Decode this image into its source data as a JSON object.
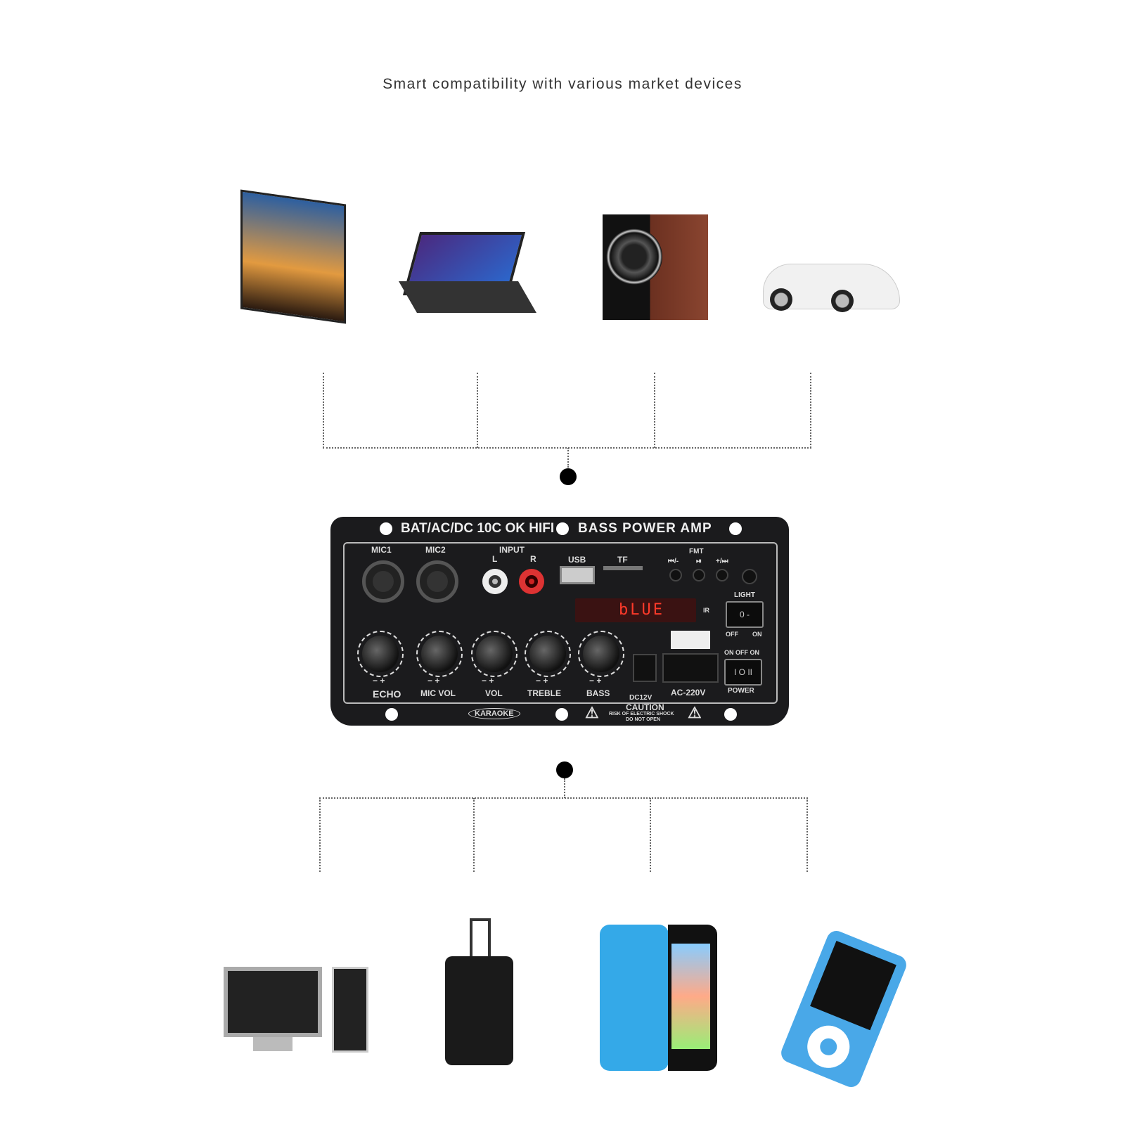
{
  "title": "Smart compatibility with various market devices",
  "devices_top": [
    "tv-icon",
    "laptop-icon",
    "speaker-icon",
    "car-icon"
  ],
  "devices_bottom": [
    "desktop-computer-icon",
    "pa-speaker-icon",
    "smartphone-icon",
    "mp3-player-icon"
  ],
  "amp": {
    "header": "BAT/AC/DC 10C OK  HIFI",
    "header2": "BASS  POWER  AMP",
    "mic1": "MIC1",
    "mic2": "MIC2",
    "input": "INPUT",
    "l": "L",
    "r": "R",
    "usb": "USB",
    "tf": "TF",
    "fmt": "FMT",
    "prev": "⏮/-",
    "play": "⏯",
    "next": "+/⏭",
    "display": "bLUE",
    "ir": "IR",
    "light": "LIGHT",
    "off": "OFF",
    "on": "ON",
    "onoffon": "ON OFF ON",
    "light_switch": "0 -",
    "power_switch": "I O II",
    "knobs": [
      {
        "label": "ECHO"
      },
      {
        "label": "MIC VOL"
      },
      {
        "label": "VOL"
      },
      {
        "label": "TREBLE"
      },
      {
        "label": "BASS"
      }
    ],
    "minus_plus": "−  +",
    "dc": "DC12V",
    "ac": "AC-220V",
    "power": "POWER",
    "karaoke": "KARAOKE",
    "caution": "CAUTION",
    "caution_sub": "RISK OF ELECTRIC SHOCK",
    "caution_sub2": "DO NOT OPEN"
  }
}
